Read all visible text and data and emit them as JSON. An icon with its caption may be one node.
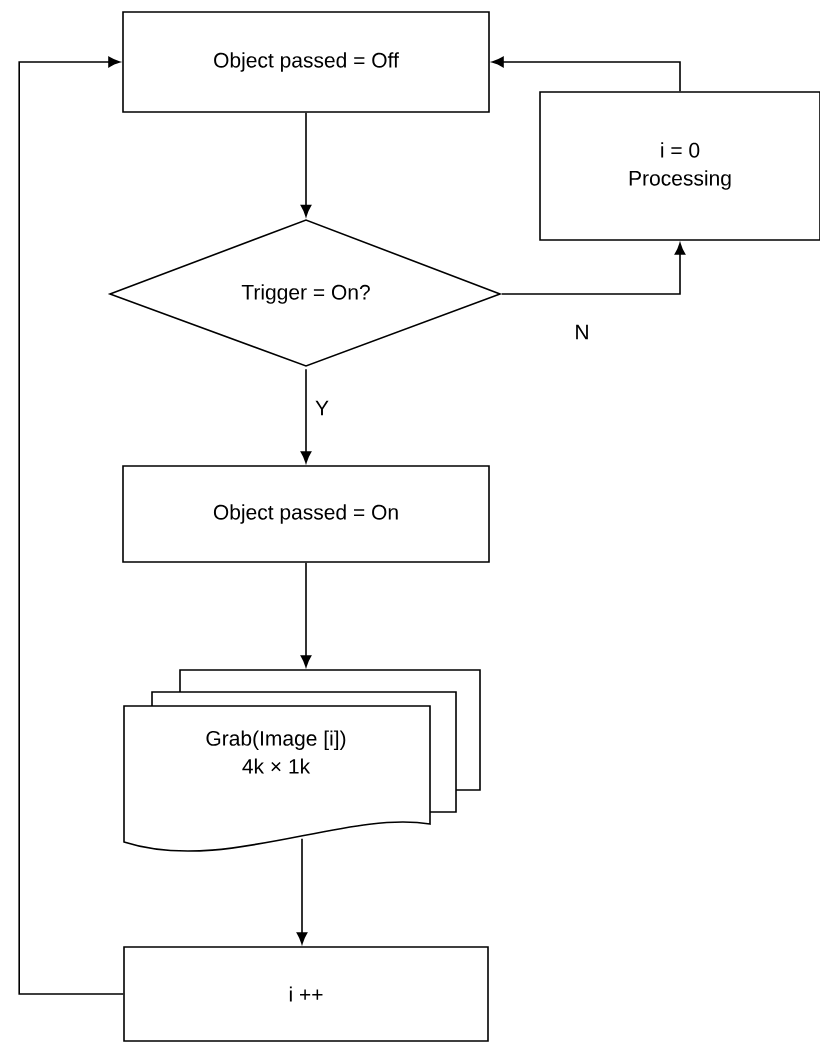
{
  "diagram": {
    "nodes": [
      {
        "text": [
          "Object passed = Off"
        ]
      },
      {
        "text": [
          "i = 0",
          "Processing"
        ]
      },
      {
        "text": [
          "Trigger = On?"
        ]
      },
      {
        "text": [
          "Object passed = On"
        ]
      },
      {
        "text": [
          "Grab(Image [i])",
          "4k × 1k"
        ]
      },
      {
        "text": [
          "i ++"
        ]
      }
    ],
    "edges": [
      {
        "from": 0,
        "to": 2,
        "arrow": "to"
      },
      {
        "from": 2,
        "to": 3,
        "arrow": "to",
        "label": "Y"
      },
      {
        "from": 2,
        "to": 1,
        "arrow": "to",
        "label": "N"
      },
      {
        "from": 1,
        "to": 0,
        "arrow": "to"
      },
      {
        "from": 3,
        "to": 4,
        "arrow": "to"
      },
      {
        "from": 4,
        "to": 5,
        "arrow": "to"
      },
      {
        "from": 5,
        "to": 0,
        "arrow": "to"
      }
    ]
  }
}
